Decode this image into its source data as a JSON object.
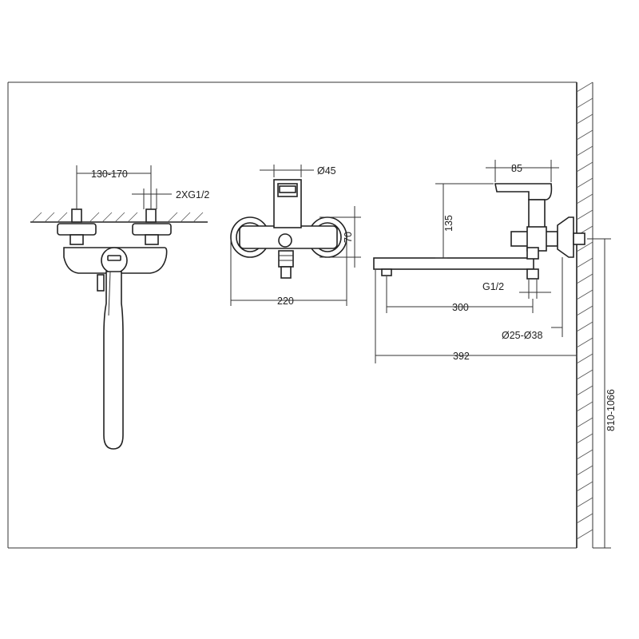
{
  "diagram": {
    "front_view": {
      "dim_inlet_spacing": "130-170",
      "dim_connection_thread": "2XG1/2"
    },
    "side_view": {
      "dim_cartridge_diameter": "Ø45",
      "dim_body_height": "70",
      "dim_overall_width": "220"
    },
    "profile_view": {
      "dim_handle_width": "85",
      "dim_handle_height": "135",
      "dim_outlet_thread": "G1/2",
      "dim_spout_length": "300",
      "dim_escutcheon_diameter": "Ø25-Ø38",
      "dim_total_projection": "392",
      "dim_mounting_height": "810-1066"
    }
  }
}
